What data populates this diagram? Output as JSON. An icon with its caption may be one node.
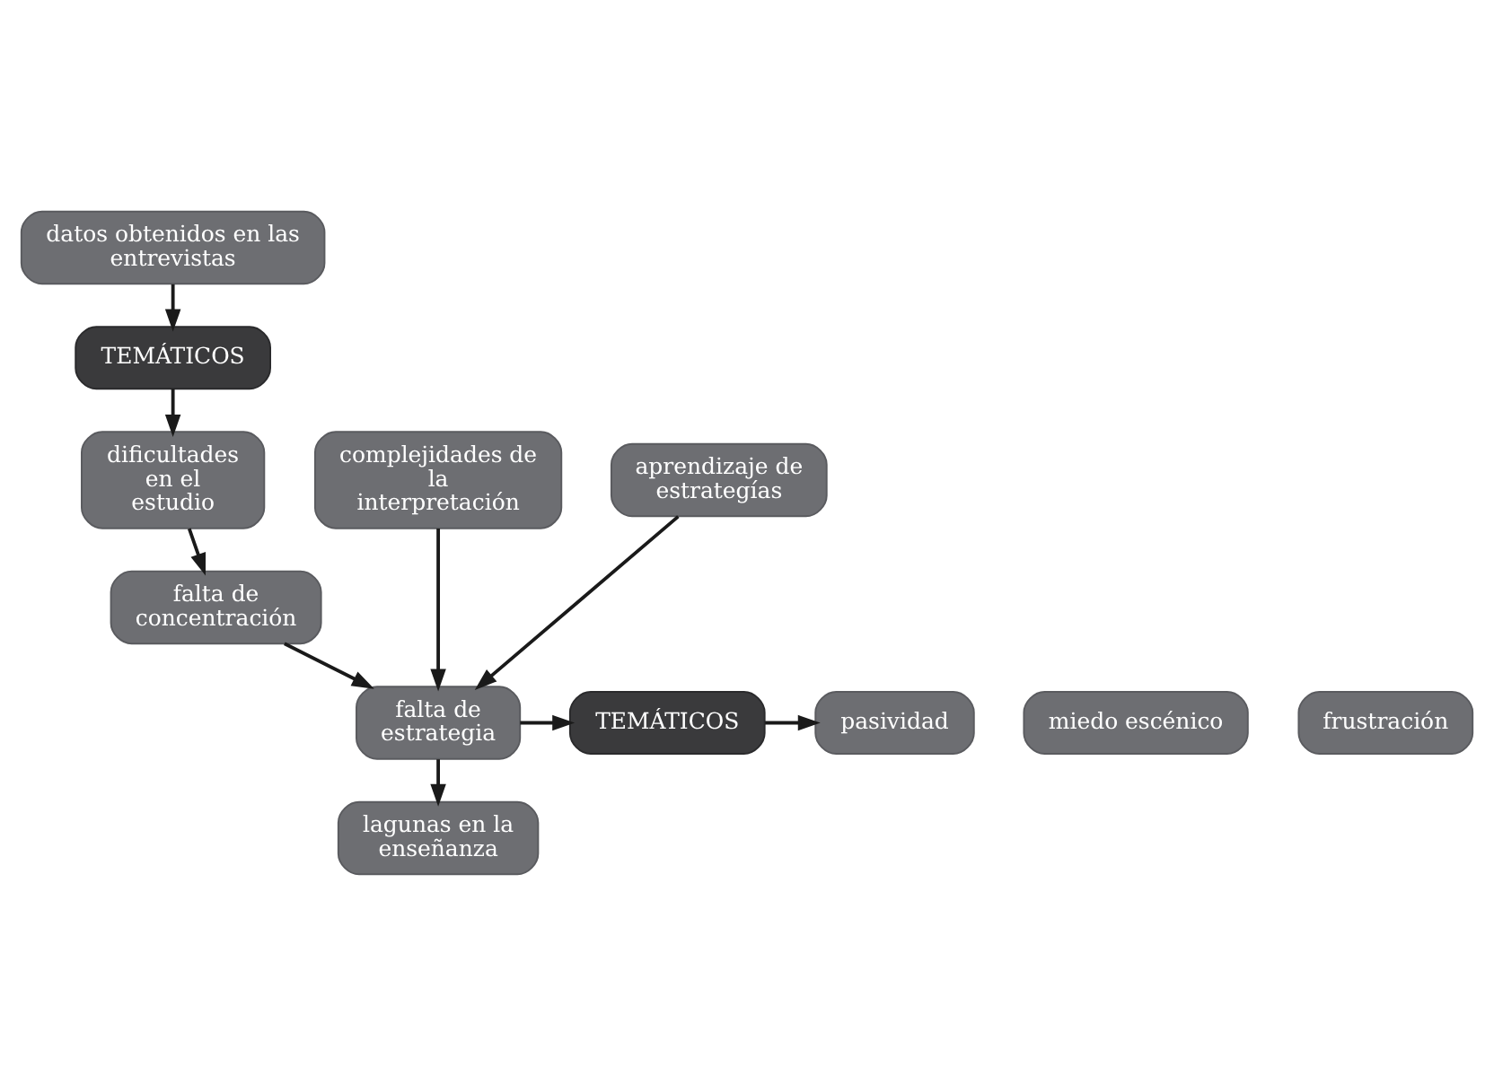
{
  "diagram": {
    "nodes": [
      {
        "text": [
          "datos obtenidos en las entrevistas"
        ]
      },
      {
        "text": [
          "TEMÁTICOS"
        ]
      },
      {
        "text": [
          "complejidades de la interpretación"
        ]
      },
      {
        "text": [
          "dificultades en el estudio"
        ]
      },
      {
        "text": [
          "aprendizaje de estrategías"
        ]
      },
      {
        "text": [
          "falta de concentración"
        ]
      },
      {
        "text": [
          "miedo escénico"
        ]
      },
      {
        "text": [
          "falta de estrategia"
        ]
      },
      {
        "text": [
          "TEMÁTICOS"
        ]
      },
      {
        "text": [
          "pasividad"
        ]
      },
      {
        "text": [
          "frustración"
        ]
      },
      {
        "text": [
          "lagunas en la enseñanza"
        ]
      }
    ],
    "edges": [
      {
        "from": 0,
        "to": 1,
        "arrow": "to"
      },
      {
        "from": 1,
        "to": 3,
        "arrow": "to"
      },
      {
        "from": 3,
        "to": 5,
        "arrow": "to"
      },
      {
        "from": 2,
        "to": 7,
        "arrow": "to"
      },
      {
        "from": 5,
        "to": 7,
        "arrow": "to"
      },
      {
        "from": 4,
        "to": 7,
        "arrow": "to"
      },
      {
        "from": 7,
        "to": 8,
        "arrow": "to"
      },
      {
        "from": 8,
        "to": 9,
        "arrow": "to"
      },
      {
        "from": 7,
        "to": 11,
        "arrow": "to"
      }
    ]
  }
}
